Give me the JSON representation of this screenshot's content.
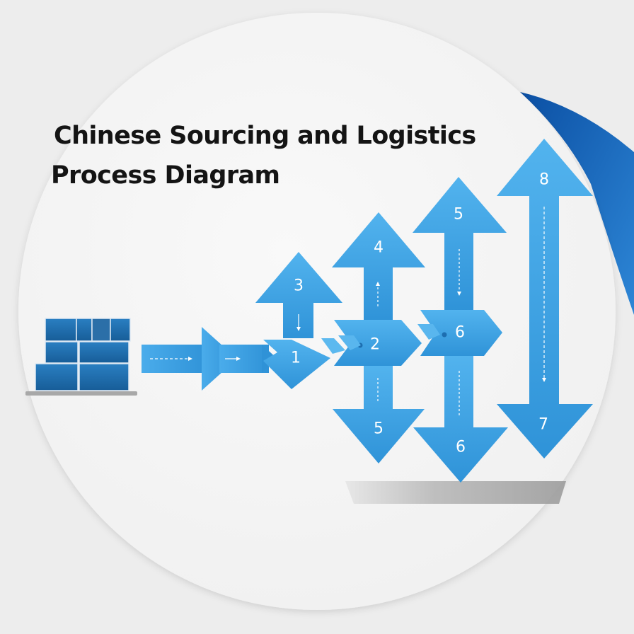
{
  "title": {
    "line1": "Chinese Sourcing and Logistics",
    "line2": "Process Diagram"
  },
  "steps": {
    "s1": "1",
    "s2": "2",
    "s3": "3",
    "s4": "4",
    "s5_top": "5",
    "s5_bottom": "5",
    "s6_mid": "6",
    "s6_bottom": "6",
    "s7": "7",
    "s8": "8"
  },
  "colors": {
    "arrow_blue": "#3a9fe0",
    "box_blue": "#1f6eae",
    "accent_dark_blue": "#1458a8",
    "background": "#ededed",
    "circle": "#f6f6f6",
    "title_text": "#141414"
  },
  "icons": {
    "warehouse": "stacked-crates-icon"
  }
}
